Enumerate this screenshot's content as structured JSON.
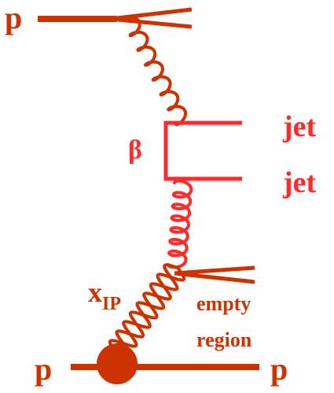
{
  "labels": {
    "p_top_left": "p",
    "jet_upper": "jet",
    "jet_lower": "jet",
    "beta": "β",
    "x_main": "x",
    "x_sub": "IP",
    "empty_line1": "empty",
    "empty_line2": "region",
    "p_bottom_left": "p",
    "p_bottom_right": "p"
  },
  "colors": {
    "proton": "#cc3300",
    "pomeron": "#cc3300",
    "gluon": "#ff2a2a",
    "quark": "#ff2a2a",
    "text_dark": "#cc3300",
    "text_red": "#ff2a2a"
  }
}
